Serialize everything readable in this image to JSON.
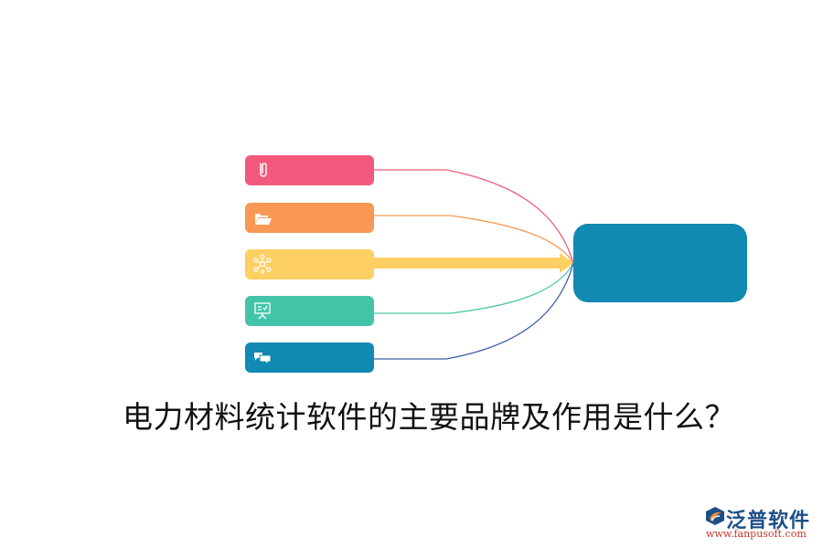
{
  "diagram": {
    "title": "电力材料统计软件的主要品牌及作用是什么？",
    "branches": [
      {
        "icon": "paperclip-icon",
        "color": "#f2597c",
        "line_color": "#ef5b7d",
        "label": ""
      },
      {
        "icon": "folder-open-icon",
        "color": "#f89854",
        "line_color": "#f59a55",
        "label": ""
      },
      {
        "icon": "network-icon",
        "color": "#fecf62",
        "line_color": "#fecf62",
        "label": "",
        "emphasized": true
      },
      {
        "icon": "presentation-board-icon",
        "color": "#43c4a8",
        "line_color": "#48c6a8",
        "label": ""
      },
      {
        "icon": "chat-bubbles-icon",
        "color": "#1189b3",
        "line_color": "#3a5fa6",
        "label": ""
      }
    ],
    "hub": {
      "color": "#1189b3",
      "label": ""
    }
  },
  "logo": {
    "brand": "泛普软件",
    "url": "www.fanpusoft.com"
  }
}
